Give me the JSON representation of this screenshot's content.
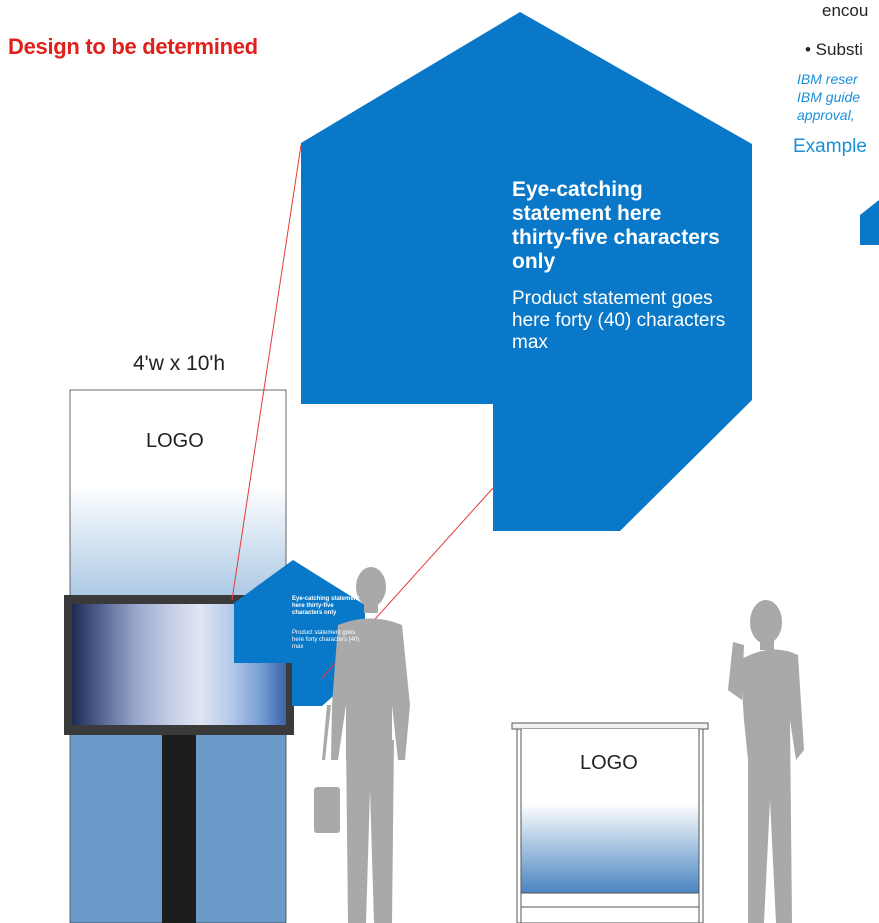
{
  "title": "Design to be determined",
  "right_panel": {
    "line1": "encou",
    "line2": "• Substi",
    "note_lines": [
      "IBM reser",
      "IBM guide",
      "approval,"
    ],
    "examples": "Example"
  },
  "tower": {
    "dimension": "4'w x 10'h",
    "logo": "LOGO"
  },
  "banner_large": {
    "headline": "Eye-catching statement here thirty-five characters only",
    "product": "Product statement goes here forty (40) characters max"
  },
  "banner_small": {
    "headline": "Eye-catching statement here thirty-five characters only",
    "product": "Product statement goes here forty characters (40) max"
  },
  "counter": {
    "logo": "LOGO"
  },
  "colors": {
    "accent_blue": "#0a78c8",
    "title_red": "#e0201b",
    "link_blue": "#1a8fd6",
    "silhouette": "#a9a9a9"
  }
}
